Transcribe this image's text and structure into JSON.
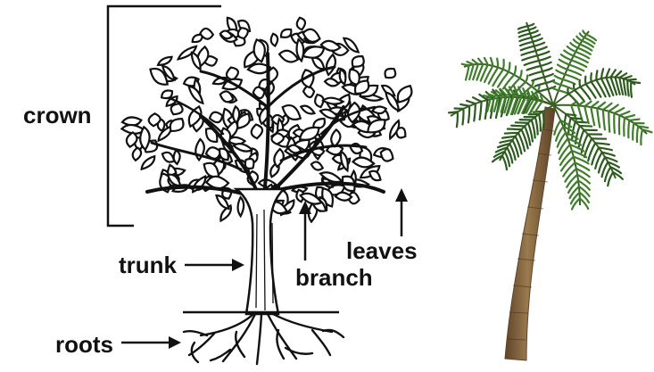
{
  "labels": {
    "crown": "crown",
    "trunk": "trunk",
    "branch": "branch",
    "leaves": "leaves",
    "roots": "roots"
  },
  "colors": {
    "ink": "#111111",
    "palm_leaf": "#3f7d2c",
    "palm_leaf_dark": "#2c5a1f",
    "palm_trunk": "#8a6a42",
    "palm_trunk_dark": "#5e4429"
  },
  "icons": {
    "oak_tree": "oak-tree-line-drawing",
    "palm_tree": "coconut-palm-tree"
  }
}
